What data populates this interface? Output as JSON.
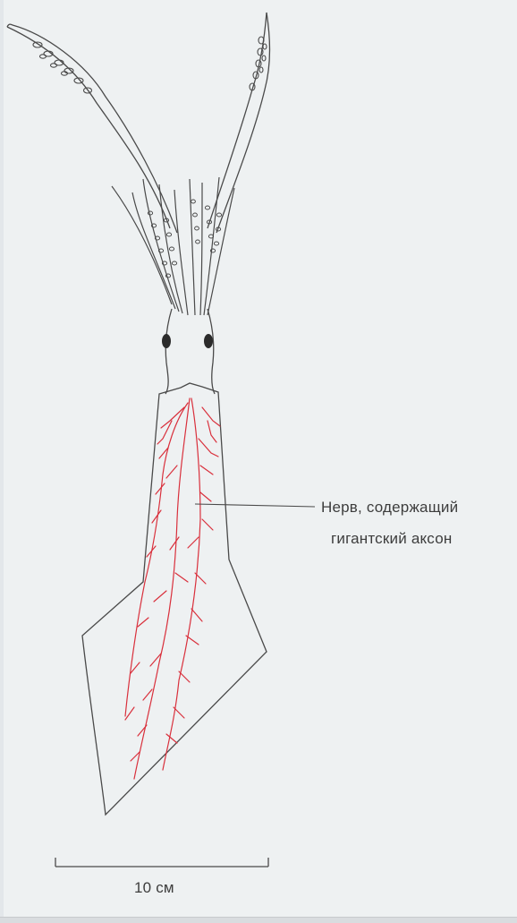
{
  "annotation": {
    "line1": "Нерв, содержащий",
    "line2": "гигантский аксон"
  },
  "scale_bar": {
    "label": "10 см"
  },
  "colors": {
    "background": "#eef1f2",
    "outline": "#4a4a4a",
    "nerve": "#d9303c",
    "text": "#3d3d3d"
  }
}
